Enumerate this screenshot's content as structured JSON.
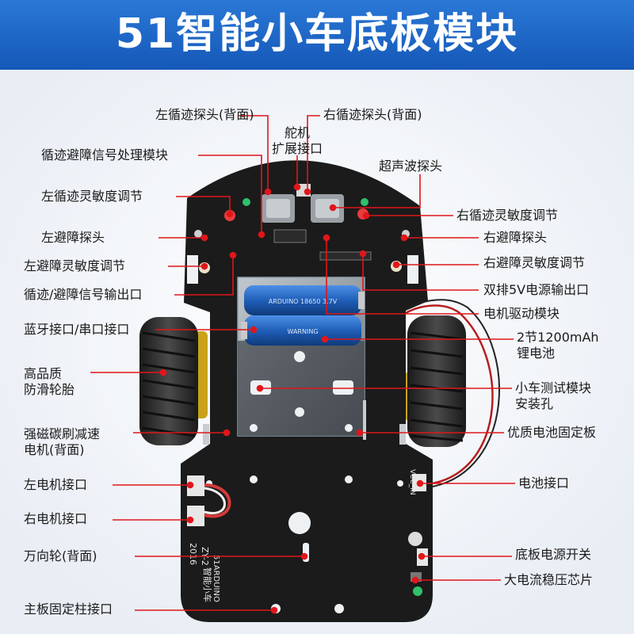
{
  "title": "51智能小车底板模块",
  "colors": {
    "banner": "#1e6bd0",
    "pcb": "#1b1b1b",
    "callout": "#e0161b",
    "tire": "#2a2a2a",
    "battery": "#1f5fb8"
  },
  "labels": {
    "left_track_probe": "左循迹探头(背面)",
    "right_track_probe": "右循迹探头(背面)",
    "servo_port": "舵机\n扩展接口",
    "signal_module": "循迹避障信号处理模块",
    "ultrasonic": "超声波探头",
    "left_track_sens": "左循迹灵敏度调节",
    "right_track_sens": "右循迹灵敏度调节",
    "left_obstacle_probe": "左避障探头",
    "right_obstacle_probe": "右避障探头",
    "left_obstacle_sens": "左避障灵敏度调节",
    "right_obstacle_sens": "右避障灵敏度调节",
    "signal_output": "循迹/避障信号输出口",
    "dual_5v": "双排5V电源输出口",
    "motor_driver": "电机驱动模块",
    "bluetooth": "蓝牙接口/串口接口",
    "battery": "2节1200mAh\n锂电池",
    "tire": "高品质\n防滑轮胎",
    "test_module": "小车测试模块\n安装孔",
    "motor": "强磁碳刷减速\n电机(背面)",
    "battery_holder": "优质电池固定板",
    "left_motor_port": "左电机接口",
    "battery_port": "电池接口",
    "right_motor_port": "右电机接口",
    "caster": "万向轮(背面)",
    "power_switch": "底板电源开关",
    "regulator": "大电流稳压芯片",
    "mount_post": "主板固定柱接口"
  },
  "board_print": {
    "model": "ZY-2",
    "year": "2016",
    "cn_name": "智能小车",
    "brand": "51ARDUINO",
    "vcc": "VCC_IN",
    "warning": "WARNING",
    "bat_text": "ARDUINO 18650 3.7V"
  }
}
